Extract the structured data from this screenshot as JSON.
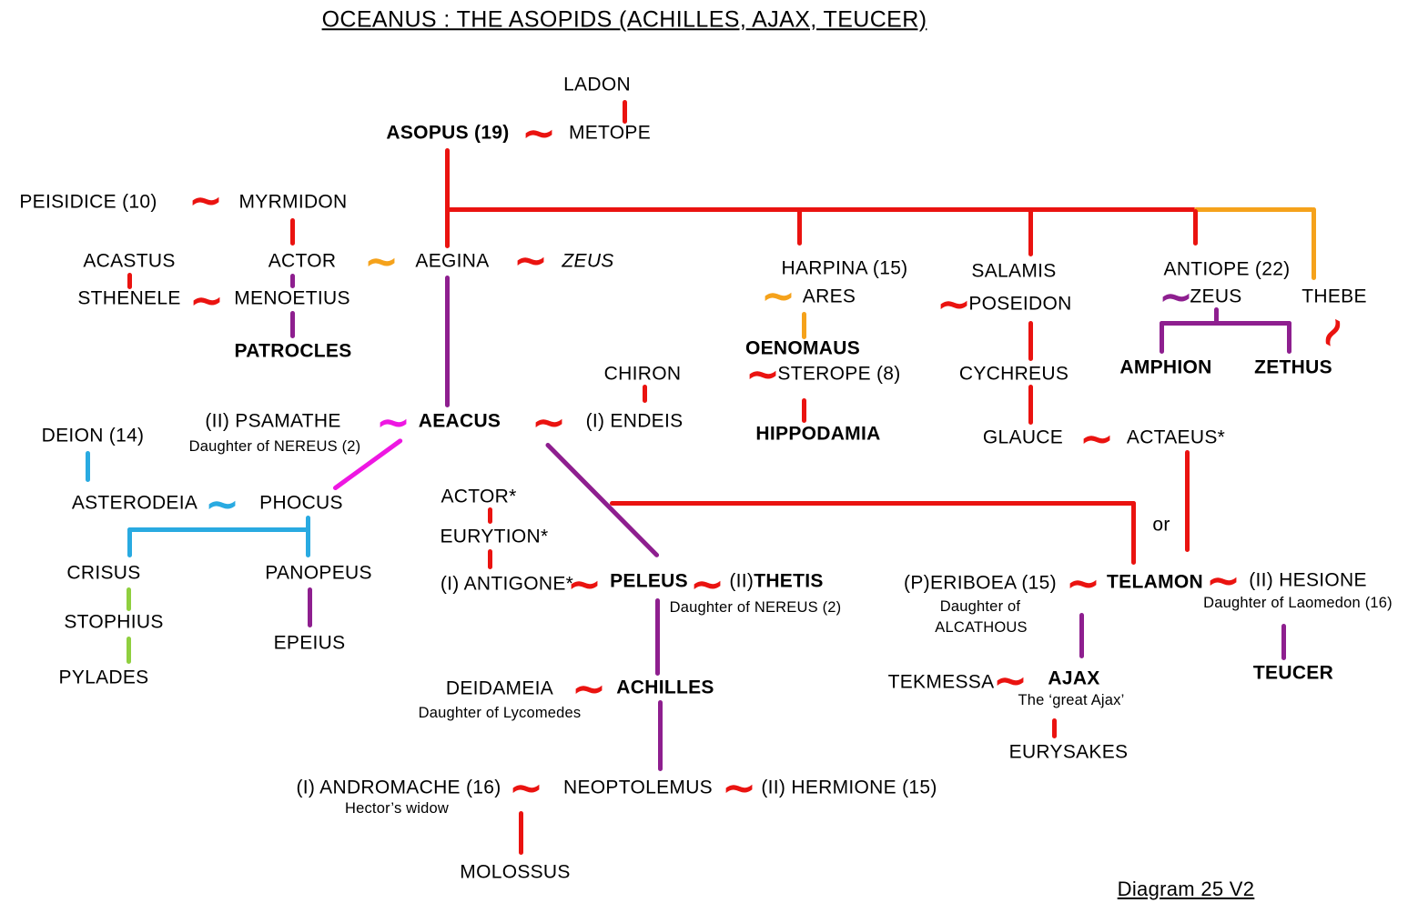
{
  "palette": {
    "red": "#ea1310",
    "orange": "#f5a21b",
    "purple": "#8e1f8f",
    "magenta": "#ee17e2",
    "blue": "#29aae1",
    "green": "#8fcf3f",
    "text": "#000000",
    "background": "#ffffff"
  },
  "labels": {
    "title": "OCEANUS : THE ASOPIDS (ACHILLES, AJAX, TEUCER)",
    "footer": "Diagram 25 V2",
    "or_label": "or",
    "ladon": "LADON",
    "asopus": "ASOPUS (19)",
    "metope": "METOPE",
    "peisidice": "PEISIDICE (10)",
    "myrmidon": "MYRMIDON",
    "acastus": "ACASTUS",
    "actor1": "ACTOR",
    "aegina": "AEGINA",
    "zeus1": "ZEUS",
    "sthenele": "STHENELE",
    "menoetius": "MENOETIUS",
    "patrocles": "PATROCLES",
    "harpina": "HARPINA (15)",
    "ares": "ARES",
    "oenomaus": "OENOMAUS",
    "sterope": "STEROPE (8)",
    "hippodamia": "HIPPODAMIA",
    "salamis": "SALAMIS",
    "poseidon": "POSEIDON",
    "cychreus": "CYCHREUS",
    "glauce": "GLAUCE",
    "actaeus": "ACTAEUS*",
    "antiope": "ANTIOPE (22)",
    "zeus2": "ZEUS",
    "thebe": "THEBE",
    "amphion": "AMPHION",
    "zethus": "ZETHUS",
    "psamathe": "(II) PSAMATHE",
    "psamathe_sub": "Daughter of NEREUS (2)",
    "aeacus": "AEACUS",
    "endeis": "(I) ENDEIS",
    "chiron": "CHIRON",
    "deion": "DEION (14)",
    "asterodeia": "ASTERODEIA",
    "phocus": "PHOCUS",
    "crisus": "CRISUS",
    "panopeus": "PANOPEUS",
    "stophius": "STOPHIUS",
    "epeius": "EPEIUS",
    "pylades": "PYLADES",
    "actor2": "ACTOR*",
    "eurytion": "EURYTION*",
    "antigone": "(I) ANTIGONE*",
    "peleus": "PELEUS",
    "thetis_prefix": "(II)",
    "thetis": "THETIS",
    "thetis_sub": "Daughter of NEREUS (2)",
    "eriboea": "(P)ERIBOEA (15)",
    "eriboea_sub1": "Daughter of",
    "eriboea_sub2": "ALCATHOUS",
    "telamon": "TELAMON",
    "hesione": "(II) HESIONE",
    "hesione_sub": "Daughter of Laomedon (16)",
    "teucer": "TEUCER",
    "tekmessa": "TEKMESSA",
    "ajax": "AJAX",
    "ajax_sub": "The ‘great Ajax’",
    "eurysakes": "EURYSAKES",
    "deidameia": "DEIDAMEIA",
    "deidameia_sub": "Daughter of Lycomedes",
    "achilles": "ACHILLES",
    "andromache": "(I) ANDROMACHE (16)",
    "andromache_sub": "Hector’s widow",
    "neoptolemus": "NEOPTOLEMUS",
    "hermione": "(II) HERMIONE (15)",
    "molossus": "MOLOSSUS",
    "tilde_glyph": "~"
  }
}
